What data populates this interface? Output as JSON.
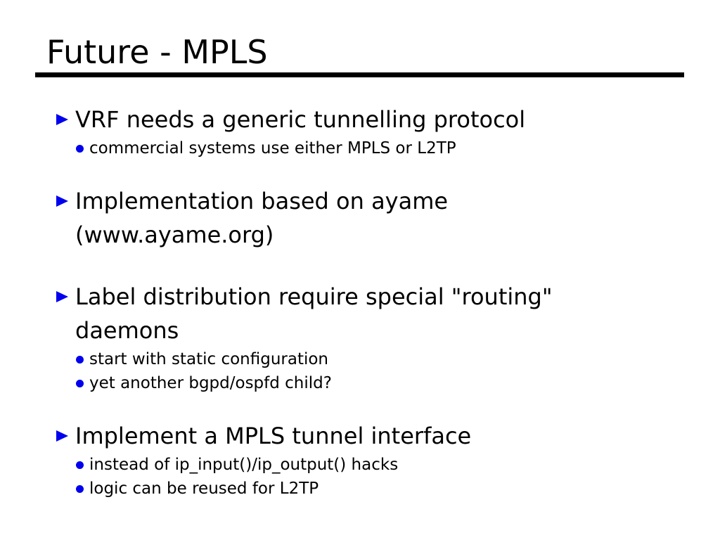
{
  "slide": {
    "title": "Future - MPLS",
    "accent_color": "#0000ee",
    "text_color": "#000000",
    "background_color": "#ffffff",
    "sections": [
      {
        "bullet": {
          "lines": [
            "VRF needs a generic tunnelling protocol"
          ]
        },
        "subs": [
          "commercial systems use either MPLS or L2TP"
        ]
      },
      {
        "bullet": {
          "lines": [
            "Implementation based on ayame",
            "(www.ayame.org)"
          ]
        },
        "subs": []
      },
      {
        "bullet": {
          "lines": [
            "Label distribution require special \"routing\"",
            "daemons"
          ]
        },
        "subs": [
          "start with static configuration",
          "yet another bgpd/ospfd child?"
        ]
      },
      {
        "bullet": {
          "lines": [
            "Implement a MPLS tunnel interface"
          ]
        },
        "subs": [
          "instead of ip_input()/ip_output() hacks",
          "logic can be reused for L2TP"
        ]
      }
    ]
  }
}
